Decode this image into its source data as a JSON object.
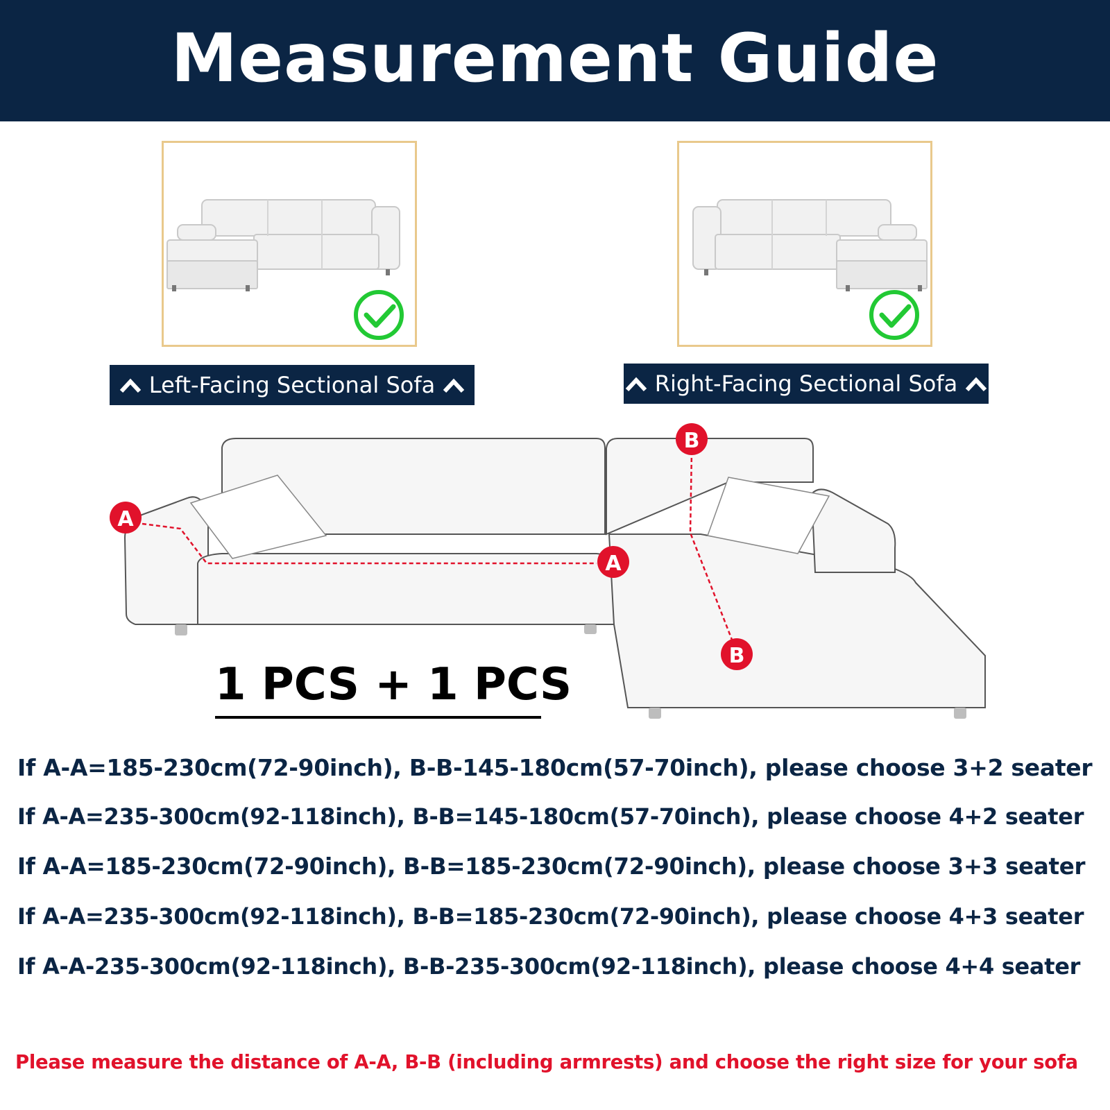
{
  "header": {
    "title": "Measurement Guide"
  },
  "options": [
    {
      "label": "Left-Facing Sectional Sofa",
      "checked": true
    },
    {
      "label": "Right-Facing Sectional Sofa",
      "checked": true
    }
  ],
  "diagram": {
    "markers": [
      "A",
      "A",
      "B",
      "B"
    ],
    "pieces_label": "1 PCS + 1 PCS"
  },
  "rules": [
    "If A-A=185-230cm(72-90inch), B-B-145-180cm(57-70inch), please choose 3+2 seater",
    "If A-A=235-300cm(92-118inch), B-B=145-180cm(57-70inch), please choose 4+2 seater",
    "If A-A=185-230cm(72-90inch), B-B=185-230cm(72-90inch), please choose 3+3 seater",
    "If A-A=235-300cm(92-118inch), B-B=185-230cm(72-90inch), please choose 4+3 seater",
    "If A-A-235-300cm(92-118inch), B-B-235-300cm(92-118inch), please choose 4+4 seater"
  ],
  "note": "Please measure the distance of A-A, B-B (including armrests) and choose the right size for your sofa",
  "colors": {
    "navy": "#0b2544",
    "gold": "#e9c98c",
    "check": "#22c934",
    "marker": "#e1122b"
  }
}
